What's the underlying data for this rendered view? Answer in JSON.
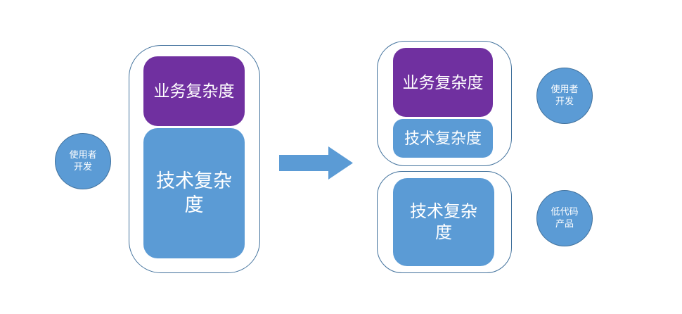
{
  "diagram": {
    "left": {
      "circle_label": "使用者\n开发",
      "container": {
        "business_label": "业务复杂度",
        "technical_label": "技术复杂\n度"
      }
    },
    "right": {
      "top_container": {
        "business_label": "业务复杂度",
        "technical_label": "技术复杂度"
      },
      "top_circle_label": "使用者\n开发",
      "bottom_container": {
        "technical_label": "技术复杂\n度"
      },
      "bottom_circle_label": "低代码\n产品"
    },
    "arrow": {
      "direction": "right"
    },
    "colors": {
      "blue": "#5B9BD5",
      "purple": "#7030A0",
      "outline": "#41719C",
      "text": "#FFFFFF"
    }
  }
}
